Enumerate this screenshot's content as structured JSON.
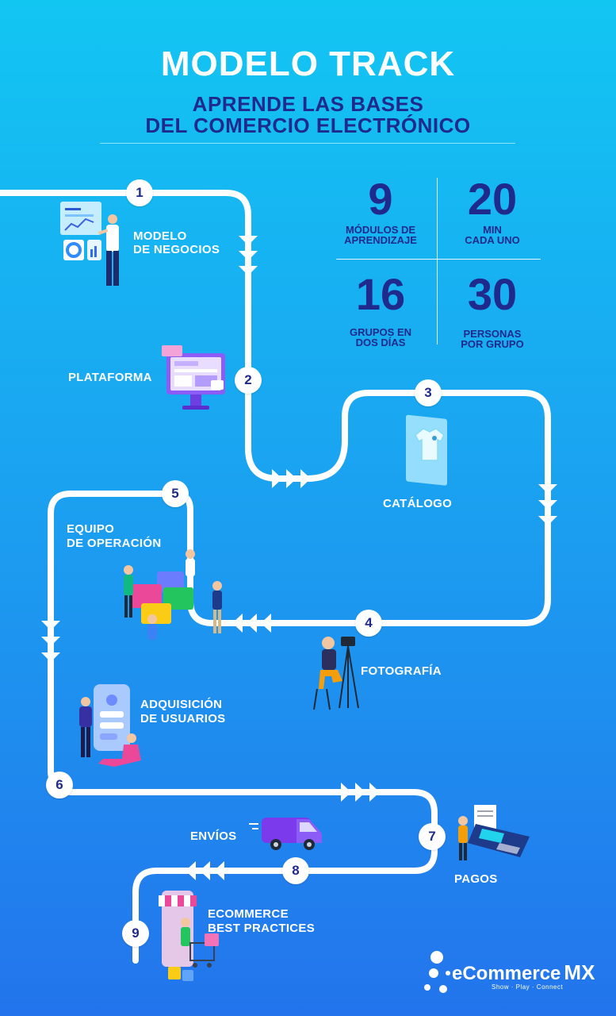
{
  "header": {
    "title": "MODELO TRACK",
    "subtitle_line1": "APRENDE LAS BASES",
    "subtitle_line2": "DEL COMERCIO ELECTRÓNICO"
  },
  "stats": [
    {
      "value": "9",
      "label_line1": "MÓDULOS DE",
      "label_line2": "APRENDIZAJE"
    },
    {
      "value": "20",
      "label_line1": "MIN",
      "label_line2": "CADA UNO"
    },
    {
      "value": "16",
      "label_line1": "GRUPOS EN",
      "label_line2": "DOS DÍAS"
    },
    {
      "value": "30",
      "label_line1": "PERSONAS",
      "label_line2": "POR GRUPO"
    }
  ],
  "steps": [
    {
      "number": "1",
      "label_line1": "MODELO",
      "label_line2": "DE NEGOCIOS"
    },
    {
      "number": "2",
      "label_line1": "PLATAFORMA",
      "label_line2": ""
    },
    {
      "number": "3",
      "label_line1": "CATÁLOGO",
      "label_line2": ""
    },
    {
      "number": "4",
      "label_line1": "FOTOGRAFÍA",
      "label_line2": ""
    },
    {
      "number": "5",
      "label_line1": "EQUIPO",
      "label_line2": "DE OPERACIÓN"
    },
    {
      "number": "6",
      "label_line1": "ADQUISICIÓN",
      "label_line2": "DE USUARIOS"
    },
    {
      "number": "7",
      "label_line1": "PAGOS",
      "label_line2": ""
    },
    {
      "number": "8",
      "label_line1": "ENVÍOS",
      "label_line2": ""
    },
    {
      "number": "9",
      "label_line1": "ECOMMERCE",
      "label_line2": "BEST PRACTICES"
    }
  ],
  "brand": {
    "name": "eCommerce",
    "suffix": "mx",
    "tagline": "Show · Play · Connect"
  },
  "colors": {
    "background_top": "#12c6f2",
    "background_bottom": "#2374ec",
    "title": "#ffffff",
    "accent_navy": "#1f2a8c",
    "path": "#ffffff"
  }
}
